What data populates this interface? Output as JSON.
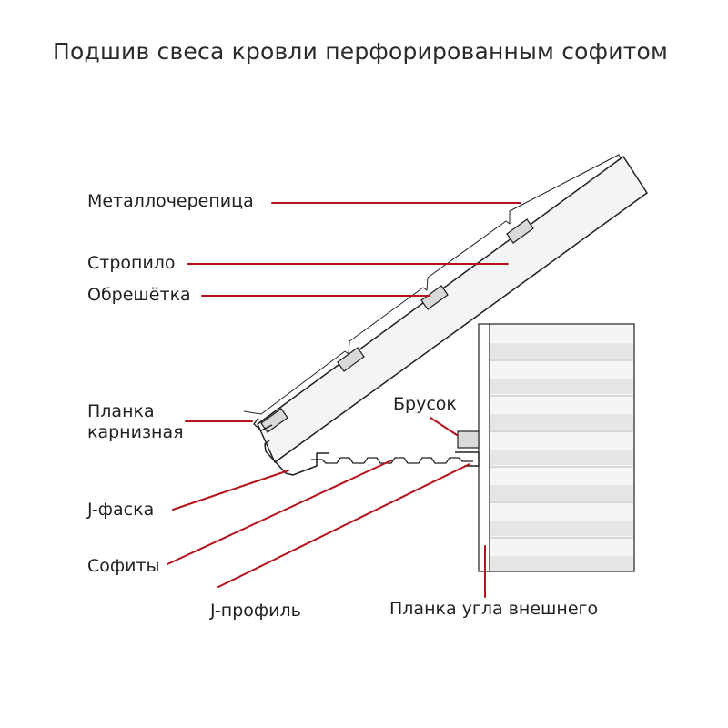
{
  "title": "Подшив свеса кровли перфорированным софитом",
  "labels": {
    "metal_tile": "Металлочерепица",
    "rafter": "Стропило",
    "batten": "Обрешётка",
    "eave_strip_line1": "Планка",
    "eave_strip_line2": "карнизная",
    "block": "Брусок",
    "j_chamfer": "J-фаска",
    "soffits": "Софиты",
    "j_profile": "J-профиль",
    "outer_corner_strip": "Планка угла внешнего"
  },
  "colors": {
    "leader_line": "#b5121b",
    "outline": "#231f20",
    "rafter_fill": "#f4f4f5",
    "batten_fill": "#d9d9d9",
    "siding_light": "#f5f5f5",
    "siding_dark": "#e6e6e6"
  }
}
